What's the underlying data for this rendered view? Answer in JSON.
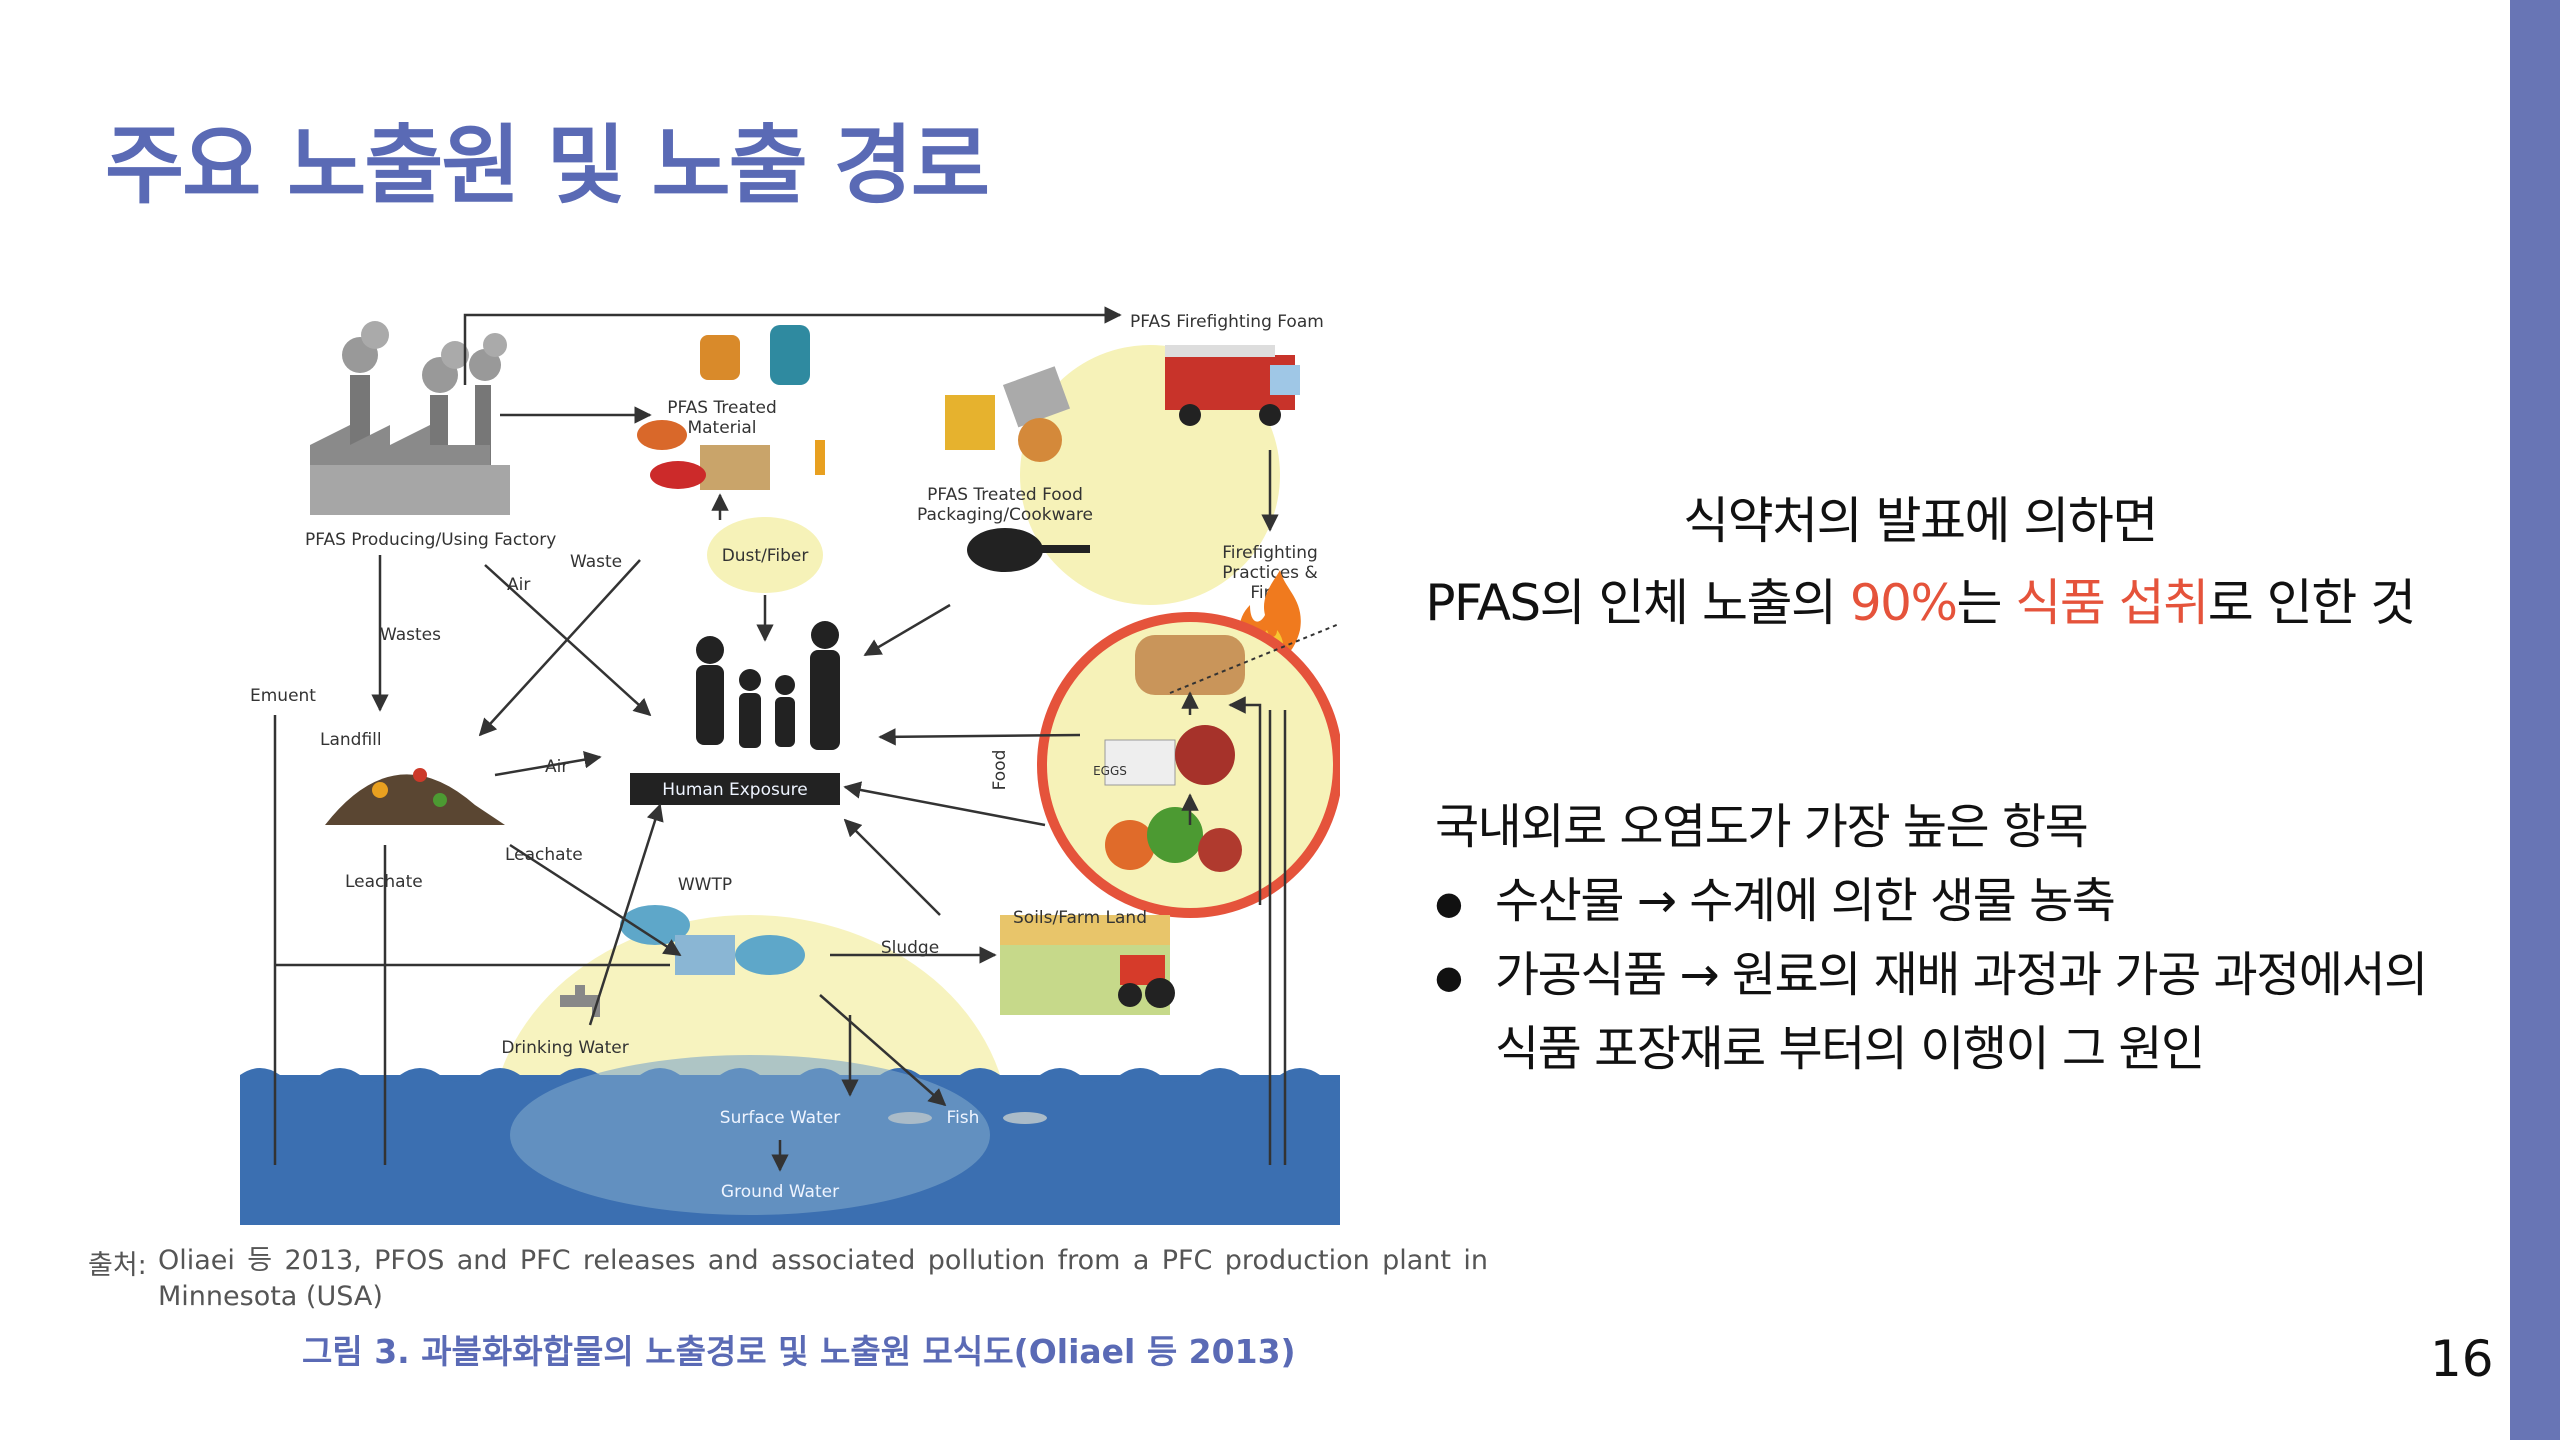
{
  "slide": {
    "title": "주요 노출원 및 노출 경로",
    "page_number": "16",
    "accent_color": "#5a6ab5",
    "side_bar_color": "#6875b5",
    "highlight_color": "#e5533b"
  },
  "figure": {
    "labels": {
      "firefighting_foam": "PFAS Firefighting Foam",
      "treated_material": [
        "PFAS Treated",
        "Material"
      ],
      "food_packaging": [
        "PFAS Treated Food",
        "Packaging/Cookware"
      ],
      "factory": "PFAS Producing/Using Factory",
      "air_1": "Air",
      "waste": "Waste",
      "dust_fiber": "Dust/Fiber",
      "firefighting_practices": [
        "Firefighting",
        "Practices &",
        "Fires"
      ],
      "wastes": "Wastes",
      "effluent": "Emuent",
      "landfill": "Landfill",
      "air_2": "Air",
      "human_exposure": "Human Exposure",
      "food": "Food",
      "leachate_1": "Leachate",
      "leachate_2": "Leachate",
      "wwtp": "WWTP",
      "sludge": "Sludge",
      "soils_farm_land": "Soils/Farm Land",
      "drinking_water": "Drinking Water",
      "surface_water": "Surface Water",
      "fish": "Fish",
      "ground_water": "Ground Water",
      "eggs": "EGGS"
    }
  },
  "source": {
    "label": "출처:",
    "text": "Oliaei 등 2013, PFOS and PFC releases and associated pollution from a PFC production plant in Minnesota (USA)"
  },
  "caption": "그림 3. 과불화화합물의 노출경로 및 노출원 모식도(Oliael 등 2013)",
  "callout": {
    "line1": "식약처의 발표에 의하면",
    "line2_pre": "PFAS의 인체 노출의 ",
    "line2_pct": "90%",
    "line2_mid": "는 ",
    "line2_food": "식품 섭취",
    "line2_post": "로 인한 것"
  },
  "info": {
    "heading": "국내외로 오염도가 가장 높은 항목",
    "bullets": [
      "수산물 → 수계에 의한 생물 농축",
      "가공식품 → 원료의 재배 과정과 가공 과정에서의",
      "식품 포장재로 부터의 이행이 그 원인"
    ]
  }
}
